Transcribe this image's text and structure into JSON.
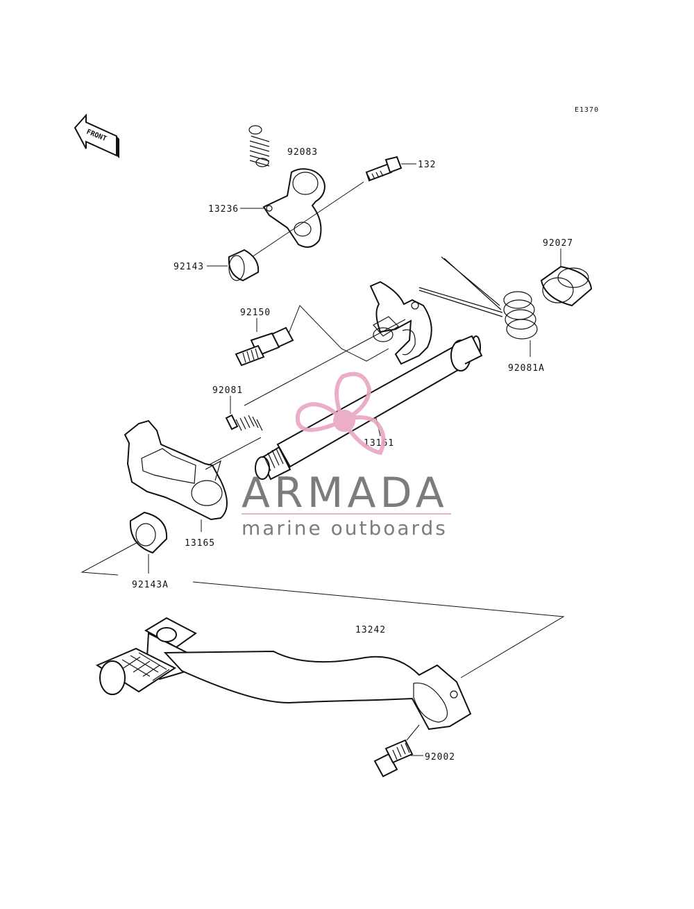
{
  "diagram": {
    "reference_code": "E1370",
    "direction_label": "FRONT",
    "part_numbers": {
      "p92083": "92083",
      "p132": "132",
      "p13236": "13236",
      "p92143": "92143",
      "p92027": "92027",
      "p92150": "92150",
      "p92081A": "92081A",
      "p92081": "92081",
      "p13161": "13161",
      "p13165": "13165",
      "p92143A": "92143A",
      "p13242": "13242",
      "p92002": "92002"
    }
  },
  "watermark": {
    "brand": "ARMADA",
    "tagline": "marine outboards",
    "colors": {
      "accent": "#e8a6c4",
      "text": "#6e6e6e"
    }
  }
}
